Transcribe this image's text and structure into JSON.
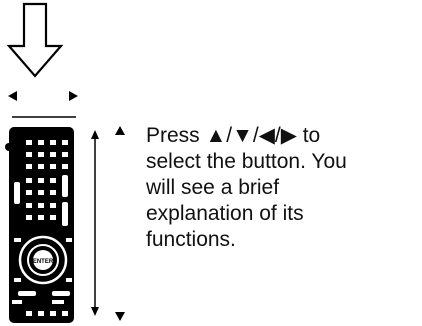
{
  "instruction": {
    "lines": [
      "Press ▲/▼/◀/▶ to",
      "select the button. You",
      "will see a brief",
      "explanation of its",
      "functions."
    ]
  },
  "remote": {
    "center_button_label": "ENTER"
  },
  "icons": {
    "move_down": "down-arrow-icon",
    "left_right": "left-right-arrows-icon",
    "up_down": "up-down-arrows-icon"
  }
}
